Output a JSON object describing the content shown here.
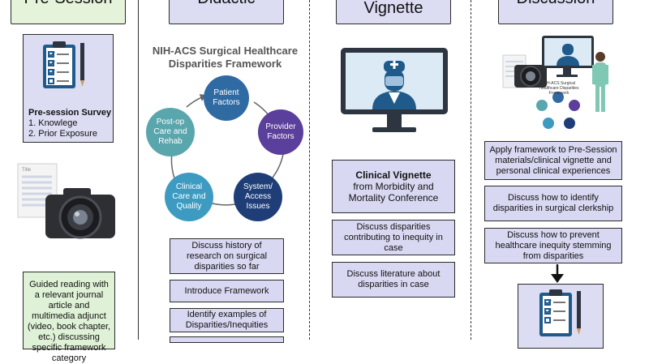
{
  "headers": {
    "pre_session": "Pre-Session",
    "didactic": "Didactic",
    "vignette": "Vignette",
    "discussion": "Discussion"
  },
  "pre_session": {
    "survey_title": "Pre-session Survey",
    "survey_items": [
      "1. Knowlege",
      "2. Prior Exposure"
    ],
    "paper_label": "Title",
    "reading_text": "Guided reading with a relevant journal article and multimedia adjunct (video, book chapter, etc.) discussing specific framework category"
  },
  "didactic": {
    "framework_title_line1": "NIH-ACS Surgical Healthcare",
    "framework_title_line2": "Disparities Framework",
    "factors": [
      {
        "label": "Patient Factors",
        "color": "#2f6aa3"
      },
      {
        "label": "Provider Factors",
        "color": "#5b3f9c"
      },
      {
        "label": "System/ Access Issues",
        "color": "#1f3e78"
      },
      {
        "label": "Clinical Care and Quality",
        "color": "#3d9bc2"
      },
      {
        "label": "Post-op Care and Rehab",
        "color": "#5aa6ad"
      }
    ],
    "items": [
      "Discuss history of research on surgical disparities so far",
      "Introduce Framework",
      "Identify examples of Disparities/Inequities"
    ]
  },
  "vignette": {
    "title_bold": "Clinical Vignette",
    "title_rest": "from Morbidity and Mortality Conference",
    "items": [
      "Discuss disparities contributing to inequity in case",
      "Discuss literature about disparities in case"
    ]
  },
  "discussion": {
    "mini_framework_title": "NIH-ACS Surgical Healthcare Disparities Framework",
    "items": [
      "Apply framework to Pre-Session materials/clinical vignette and personal clinical experiences",
      "Discuss how to identify disparities in surgical clerkship",
      "Discuss how to prevent healthcare inequity stemming from disparities"
    ]
  },
  "colors": {
    "green_box": "#dff1d6",
    "purple_box": "#d9d8f2",
    "header_green": "#e4f3da",
    "header_purple": "#dcdcf3",
    "doctor_blue": "#1f5a8a",
    "monitor": "#2d3540",
    "screen": "#dbeaf5"
  }
}
